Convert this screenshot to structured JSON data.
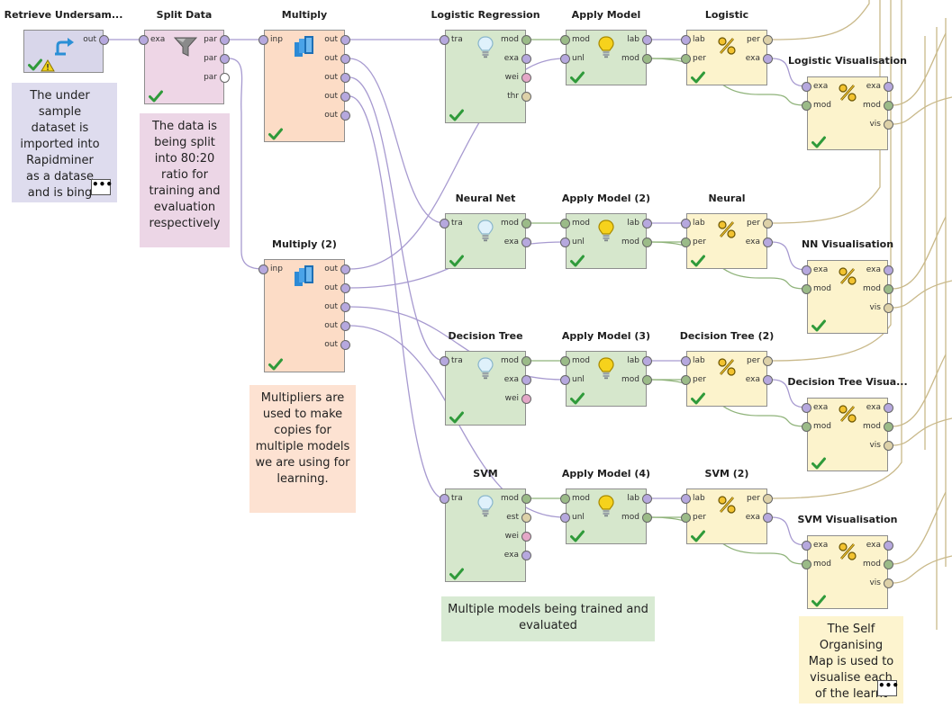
{
  "colors": {
    "retrieve": "#d8d6ea",
    "split": "#eed6e6",
    "multiply": "#fcdcc6",
    "learner": "#d6e7cc",
    "apply": "#d6e7cc",
    "perf": "#fcf3cc",
    "note_retrieve": "#dedcee",
    "note_split": "#ecd6e6",
    "note_multiply": "#fde2d2",
    "note_models": "#d8ead3",
    "note_som": "#fdf4cf",
    "wire_purple": "#a79ad0",
    "wire_green": "#8fb37a",
    "wire_tan": "#c9b98a",
    "port_purple": "#b6a8de",
    "port_green": "#9bbb88",
    "port_pink": "#e4a7c7",
    "port_tan": "#ddd1a8",
    "port_white": "#ffffff"
  },
  "operators": [
    {
      "id": "retrieve",
      "title": "Retrieve Undersam...",
      "icon": "retrieve-icon",
      "warning": true,
      "inputs": [],
      "outputs": [
        {
          "label": "out",
          "kind": "purple"
        }
      ]
    },
    {
      "id": "split",
      "title": "Split Data",
      "icon": "funnel-icon",
      "inputs": [
        {
          "label": "exa",
          "kind": "purple"
        }
      ],
      "outputs": [
        {
          "label": "par",
          "kind": "purple"
        },
        {
          "label": "par",
          "kind": "purple"
        },
        {
          "label": "par",
          "kind": "white"
        }
      ]
    },
    {
      "id": "multiply",
      "title": "Multiply",
      "icon": "multiply-icon",
      "inputs": [
        {
          "label": "inp",
          "kind": "purple"
        }
      ],
      "outputs": [
        {
          "label": "out",
          "kind": "purple"
        },
        {
          "label": "out",
          "kind": "purple"
        },
        {
          "label": "out",
          "kind": "purple"
        },
        {
          "label": "out",
          "kind": "purple"
        },
        {
          "label": "out",
          "kind": "purple"
        }
      ]
    },
    {
      "id": "multiply2",
      "title": "Multiply (2)",
      "icon": "multiply-icon",
      "inputs": [
        {
          "label": "inp",
          "kind": "purple"
        }
      ],
      "outputs": [
        {
          "label": "out",
          "kind": "purple"
        },
        {
          "label": "out",
          "kind": "purple"
        },
        {
          "label": "out",
          "kind": "purple"
        },
        {
          "label": "out",
          "kind": "purple"
        },
        {
          "label": "out",
          "kind": "purple"
        }
      ]
    },
    {
      "id": "logreg",
      "title": "Logistic Regression",
      "icon": "bulb-light-icon",
      "inputs": [
        {
          "label": "tra",
          "kind": "purple"
        }
      ],
      "outputs": [
        {
          "label": "mod",
          "kind": "green"
        },
        {
          "label": "exa",
          "kind": "purple"
        },
        {
          "label": "wei",
          "kind": "pink"
        },
        {
          "label": "thr",
          "kind": "tan"
        }
      ]
    },
    {
      "id": "nn",
      "title": "Neural Net",
      "icon": "bulb-light-icon",
      "inputs": [
        {
          "label": "tra",
          "kind": "purple"
        }
      ],
      "outputs": [
        {
          "label": "mod",
          "kind": "green"
        },
        {
          "label": "exa",
          "kind": "purple"
        }
      ]
    },
    {
      "id": "dt",
      "title": "Decision Tree",
      "icon": "bulb-light-icon",
      "inputs": [
        {
          "label": "tra",
          "kind": "purple"
        }
      ],
      "outputs": [
        {
          "label": "mod",
          "kind": "green"
        },
        {
          "label": "exa",
          "kind": "purple"
        },
        {
          "label": "wei",
          "kind": "pink"
        }
      ]
    },
    {
      "id": "svm",
      "title": "SVM",
      "icon": "bulb-light-icon",
      "inputs": [
        {
          "label": "tra",
          "kind": "purple"
        }
      ],
      "outputs": [
        {
          "label": "mod",
          "kind": "green"
        },
        {
          "label": "est",
          "kind": "tan"
        },
        {
          "label": "wei",
          "kind": "pink"
        },
        {
          "label": "exa",
          "kind": "purple"
        }
      ]
    },
    {
      "id": "apply1",
      "title": "Apply Model",
      "icon": "bulb-yellow-icon",
      "inputs": [
        {
          "label": "mod",
          "kind": "green"
        },
        {
          "label": "unl",
          "kind": "purple"
        }
      ],
      "outputs": [
        {
          "label": "lab",
          "kind": "purple"
        },
        {
          "label": "mod",
          "kind": "green"
        }
      ]
    },
    {
      "id": "apply2",
      "title": "Apply Model (2)",
      "icon": "bulb-yellow-icon",
      "inputs": [
        {
          "label": "mod",
          "kind": "green"
        },
        {
          "label": "unl",
          "kind": "purple"
        }
      ],
      "outputs": [
        {
          "label": "lab",
          "kind": "purple"
        },
        {
          "label": "mod",
          "kind": "green"
        }
      ]
    },
    {
      "id": "apply3",
      "title": "Apply Model (3)",
      "icon": "bulb-yellow-icon",
      "inputs": [
        {
          "label": "mod",
          "kind": "green"
        },
        {
          "label": "unl",
          "kind": "purple"
        }
      ],
      "outputs": [
        {
          "label": "lab",
          "kind": "purple"
        },
        {
          "label": "mod",
          "kind": "green"
        }
      ]
    },
    {
      "id": "apply4",
      "title": "Apply Model (4)",
      "icon": "bulb-yellow-icon",
      "inputs": [
        {
          "label": "mod",
          "kind": "green"
        },
        {
          "label": "unl",
          "kind": "purple"
        }
      ],
      "outputs": [
        {
          "label": "lab",
          "kind": "purple"
        },
        {
          "label": "mod",
          "kind": "green"
        }
      ]
    },
    {
      "id": "perf1",
      "title": "Logistic",
      "icon": "percent-icon",
      "inputs": [
        {
          "label": "lab",
          "kind": "purple"
        },
        {
          "label": "per",
          "kind": "green"
        }
      ],
      "outputs": [
        {
          "label": "per",
          "kind": "tan"
        },
        {
          "label": "exa",
          "kind": "purple"
        }
      ]
    },
    {
      "id": "perf2",
      "title": "Neural",
      "icon": "percent-icon",
      "inputs": [
        {
          "label": "lab",
          "kind": "purple"
        },
        {
          "label": "per",
          "kind": "green"
        }
      ],
      "outputs": [
        {
          "label": "per",
          "kind": "tan"
        },
        {
          "label": "exa",
          "kind": "purple"
        }
      ]
    },
    {
      "id": "perf3",
      "title": "Decision Tree (2)",
      "icon": "percent-icon",
      "inputs": [
        {
          "label": "lab",
          "kind": "purple"
        },
        {
          "label": "per",
          "kind": "green"
        }
      ],
      "outputs": [
        {
          "label": "per",
          "kind": "tan"
        },
        {
          "label": "exa",
          "kind": "purple"
        }
      ]
    },
    {
      "id": "perf4",
      "title": "SVM (2)",
      "icon": "percent-icon",
      "inputs": [
        {
          "label": "lab",
          "kind": "purple"
        },
        {
          "label": "per",
          "kind": "green"
        }
      ],
      "outputs": [
        {
          "label": "per",
          "kind": "tan"
        },
        {
          "label": "exa",
          "kind": "purple"
        }
      ]
    },
    {
      "id": "vis1",
      "title": "Logistic Visualisation",
      "icon": "percent-icon",
      "inputs": [
        {
          "label": "exa",
          "kind": "purple"
        },
        {
          "label": "mod",
          "kind": "green"
        }
      ],
      "outputs": [
        {
          "label": "exa",
          "kind": "purple"
        },
        {
          "label": "mod",
          "kind": "green"
        },
        {
          "label": "vis",
          "kind": "tan"
        }
      ]
    },
    {
      "id": "vis2",
      "title": "NN Visualisation",
      "icon": "percent-icon",
      "inputs": [
        {
          "label": "exa",
          "kind": "purple"
        },
        {
          "label": "mod",
          "kind": "green"
        }
      ],
      "outputs": [
        {
          "label": "exa",
          "kind": "purple"
        },
        {
          "label": "mod",
          "kind": "green"
        },
        {
          "label": "vis",
          "kind": "tan"
        }
      ]
    },
    {
      "id": "vis3",
      "title": "Decision Tree Visua...",
      "icon": "percent-icon",
      "inputs": [
        {
          "label": "exa",
          "kind": "purple"
        },
        {
          "label": "mod",
          "kind": "green"
        }
      ],
      "outputs": [
        {
          "label": "exa",
          "kind": "purple"
        },
        {
          "label": "mod",
          "kind": "green"
        },
        {
          "label": "vis",
          "kind": "tan"
        }
      ]
    },
    {
      "id": "vis4",
      "title": "SVM Visualisation",
      "icon": "percent-icon",
      "inputs": [
        {
          "label": "exa",
          "kind": "purple"
        },
        {
          "label": "mod",
          "kind": "green"
        }
      ],
      "outputs": [
        {
          "label": "exa",
          "kind": "purple"
        },
        {
          "label": "mod",
          "kind": "green"
        },
        {
          "label": "vis",
          "kind": "tan"
        }
      ]
    }
  ],
  "notes": [
    {
      "id": "note_retrieve",
      "text": "The under sample dataset is imported into Rapidminer as a datase and is bing retrieved here.",
      "more": true
    },
    {
      "id": "note_split",
      "text": "The data is being split into 80:20 ratio for training and evaluation respectively",
      "more": false
    },
    {
      "id": "note_multiply",
      "text": "Multipliers are used to make copies for multiple models we are using for learning.",
      "more": false
    },
    {
      "id": "note_models",
      "text": "Multiple models being trained and evaluated",
      "more": false
    },
    {
      "id": "note_som",
      "text": "The Self Organising Map is used to visualise each of the learnt",
      "more": true
    }
  ],
  "more_label": "•••"
}
